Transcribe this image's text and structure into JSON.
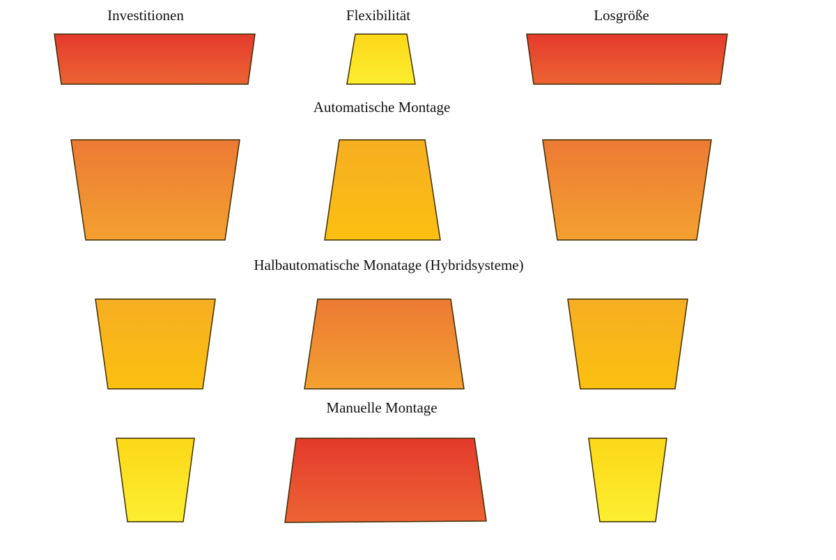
{
  "columns": [
    {
      "label": "Investitionen"
    },
    {
      "label": "Flexibilität"
    },
    {
      "label": "Losgröße"
    }
  ],
  "rows": [
    {
      "label": "Automatische Montage"
    },
    {
      "label": "Halbautomatische Monatage (Hybridsysteme)"
    },
    {
      "label": "Manuelle Montage"
    }
  ],
  "colors": {
    "red_top": "#e43a2c",
    "red_bottom": "#ec6434",
    "orange_top": "#ec7a34",
    "orange_bottom": "#f4a030",
    "amber_top": "#f6ae22",
    "amber_bottom": "#fcc010",
    "yellow_top": "#fcd818",
    "yellow_bottom": "#fcee30",
    "outline": "#3a2a00"
  }
}
